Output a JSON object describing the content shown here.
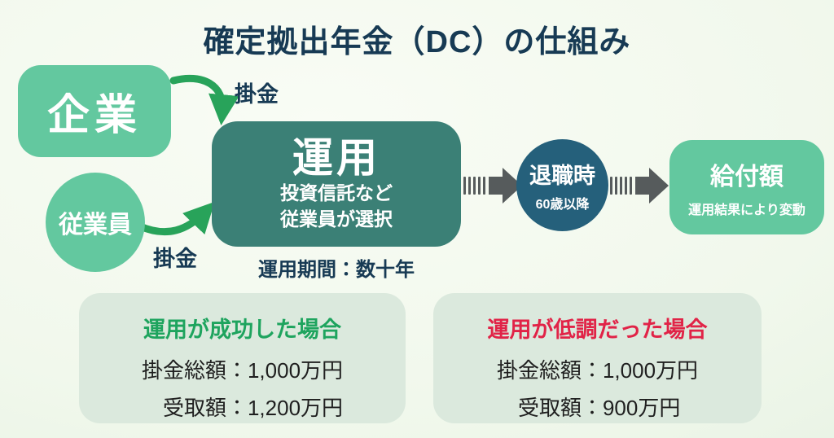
{
  "title": "確定拠出年金（DC）の仕組み",
  "colors": {
    "title_navy": "#173a54",
    "actor_green": "#63c89f",
    "management_teal": "#3b8076",
    "retirement_navy": "#25607b",
    "arrow_green": "#28a35a",
    "flow_gray": "#565b5c",
    "card_bg": "#dbe9dd",
    "success_green": "#1ea45e",
    "warning_red": "#e12347",
    "body_text": "#1f1f1f"
  },
  "flow": {
    "company": "企業",
    "employee": "従業員",
    "contribution_top": "掛金",
    "contribution_bottom": "掛金",
    "management_title": "運用",
    "management_sub1": "投資信託など",
    "management_sub2": "従業員が選択",
    "management_caption": "運用期間：数十年",
    "retirement_title": "退職時",
    "retirement_sub": "60歳以降",
    "benefit_title": "給付額",
    "benefit_sub": "運用結果により変動"
  },
  "scenarios": [
    {
      "title": "運用が成功した場合",
      "title_color": "#1ea45e",
      "rows": [
        {
          "label": "掛金総額：",
          "value": "1,000万円"
        },
        {
          "label": "受取額：",
          "value": "1,200万円"
        }
      ]
    },
    {
      "title": "運用が低調だった場合",
      "title_color": "#e12347",
      "rows": [
        {
          "label": "掛金総額：",
          "value": "1,000万円"
        },
        {
          "label": "受取額：",
          "value": "900万円"
        }
      ]
    }
  ]
}
